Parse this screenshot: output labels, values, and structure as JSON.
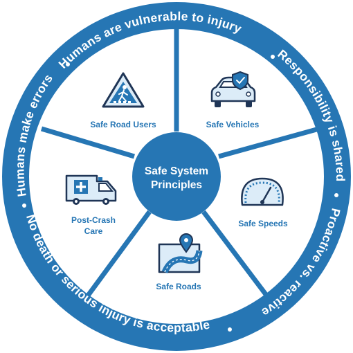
{
  "colors": {
    "ring": "#2676b4",
    "dark_navy": "#1f3556",
    "light_blue": "#dcecf8",
    "white": "#ffffff"
  },
  "center": {
    "line1": "Safe System",
    "line2": "Principles"
  },
  "segments": [
    {
      "id": "road-users",
      "icon": "pedestrian-crossing-sign-icon",
      "lines": [
        "Safe Road Users"
      ]
    },
    {
      "id": "vehicles",
      "icon": "car-shield-icon",
      "lines": [
        "Safe Vehicles"
      ]
    },
    {
      "id": "speeds",
      "icon": "speedometer-icon",
      "lines": [
        "Safe Speeds"
      ]
    },
    {
      "id": "roads",
      "icon": "road-map-pin-icon",
      "lines": [
        "Safe Roads"
      ]
    },
    {
      "id": "post-crash",
      "icon": "ambulance-icon",
      "lines": [
        "Post-Crash",
        "Care"
      ]
    }
  ],
  "ring_principles": [
    "Humans are vulnerable to injury",
    "Responsibility is shared",
    "Proactive vs. reactive",
    "No death or serious injury is acceptable",
    "Humans make errors"
  ]
}
